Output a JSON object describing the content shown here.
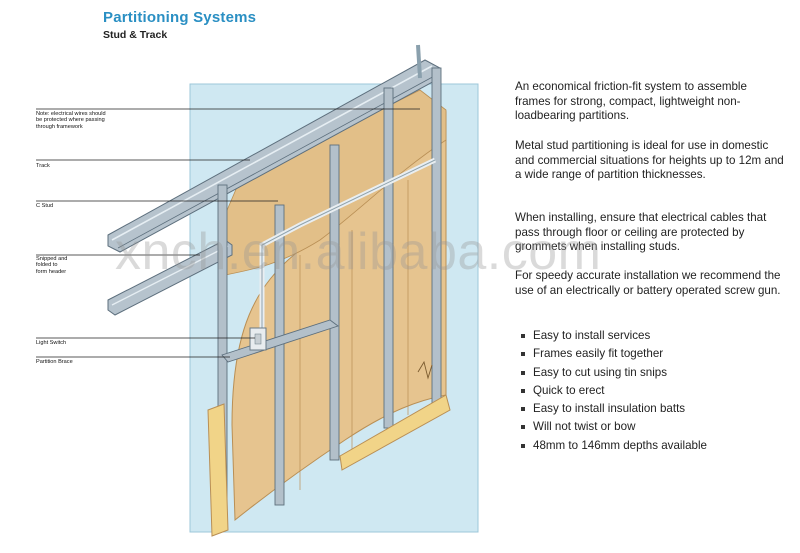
{
  "header": {
    "title": "Partitioning Systems",
    "subtitle": "Stud & Track"
  },
  "callouts": {
    "electrical_note_1": "Note: electrical wires should",
    "electrical_note_2": "be protected where passing",
    "electrical_note_3": "through framework",
    "track": "Track",
    "c_stud": "C Stud",
    "snipped_1": "Snipped and",
    "snipped_2": "folded to",
    "snipped_3": "form header",
    "light_switch": "Light Switch",
    "partition_brace": "Partition Brace"
  },
  "description": {
    "paragraph_1": "An economical friction-fit system to assemble frames for strong, compact, lightweight non-loadbearing partitions.",
    "paragraph_2": "Metal stud partitioning is ideal for use in domestic and commercial situations for heights up to 12m and a wide range of partition thicknesses.",
    "paragraph_3": "When installing, ensure that electrical cables that pass through floor or ceiling are protected by grommets when installing studs.",
    "paragraph_4": "For speedy accurate installation we recommend the use of an electrically or battery operated screw gun."
  },
  "features": [
    "Easy to install services",
    "Frames easily fit together",
    "Easy to cut using tin snips",
    "Quick to erect",
    "Easy to install insulation batts",
    "Will not twist or bow",
    "48mm to 146mm depths available"
  ],
  "watermark": "xnch.en.alibaba.com",
  "colors": {
    "title_blue": "#2a8fc3",
    "wall_backdrop": "#cfe8f2",
    "board_tan": "#e6c48f",
    "stud_steel": "#aebcc7",
    "baseboard_yellow": "#f1d488"
  }
}
